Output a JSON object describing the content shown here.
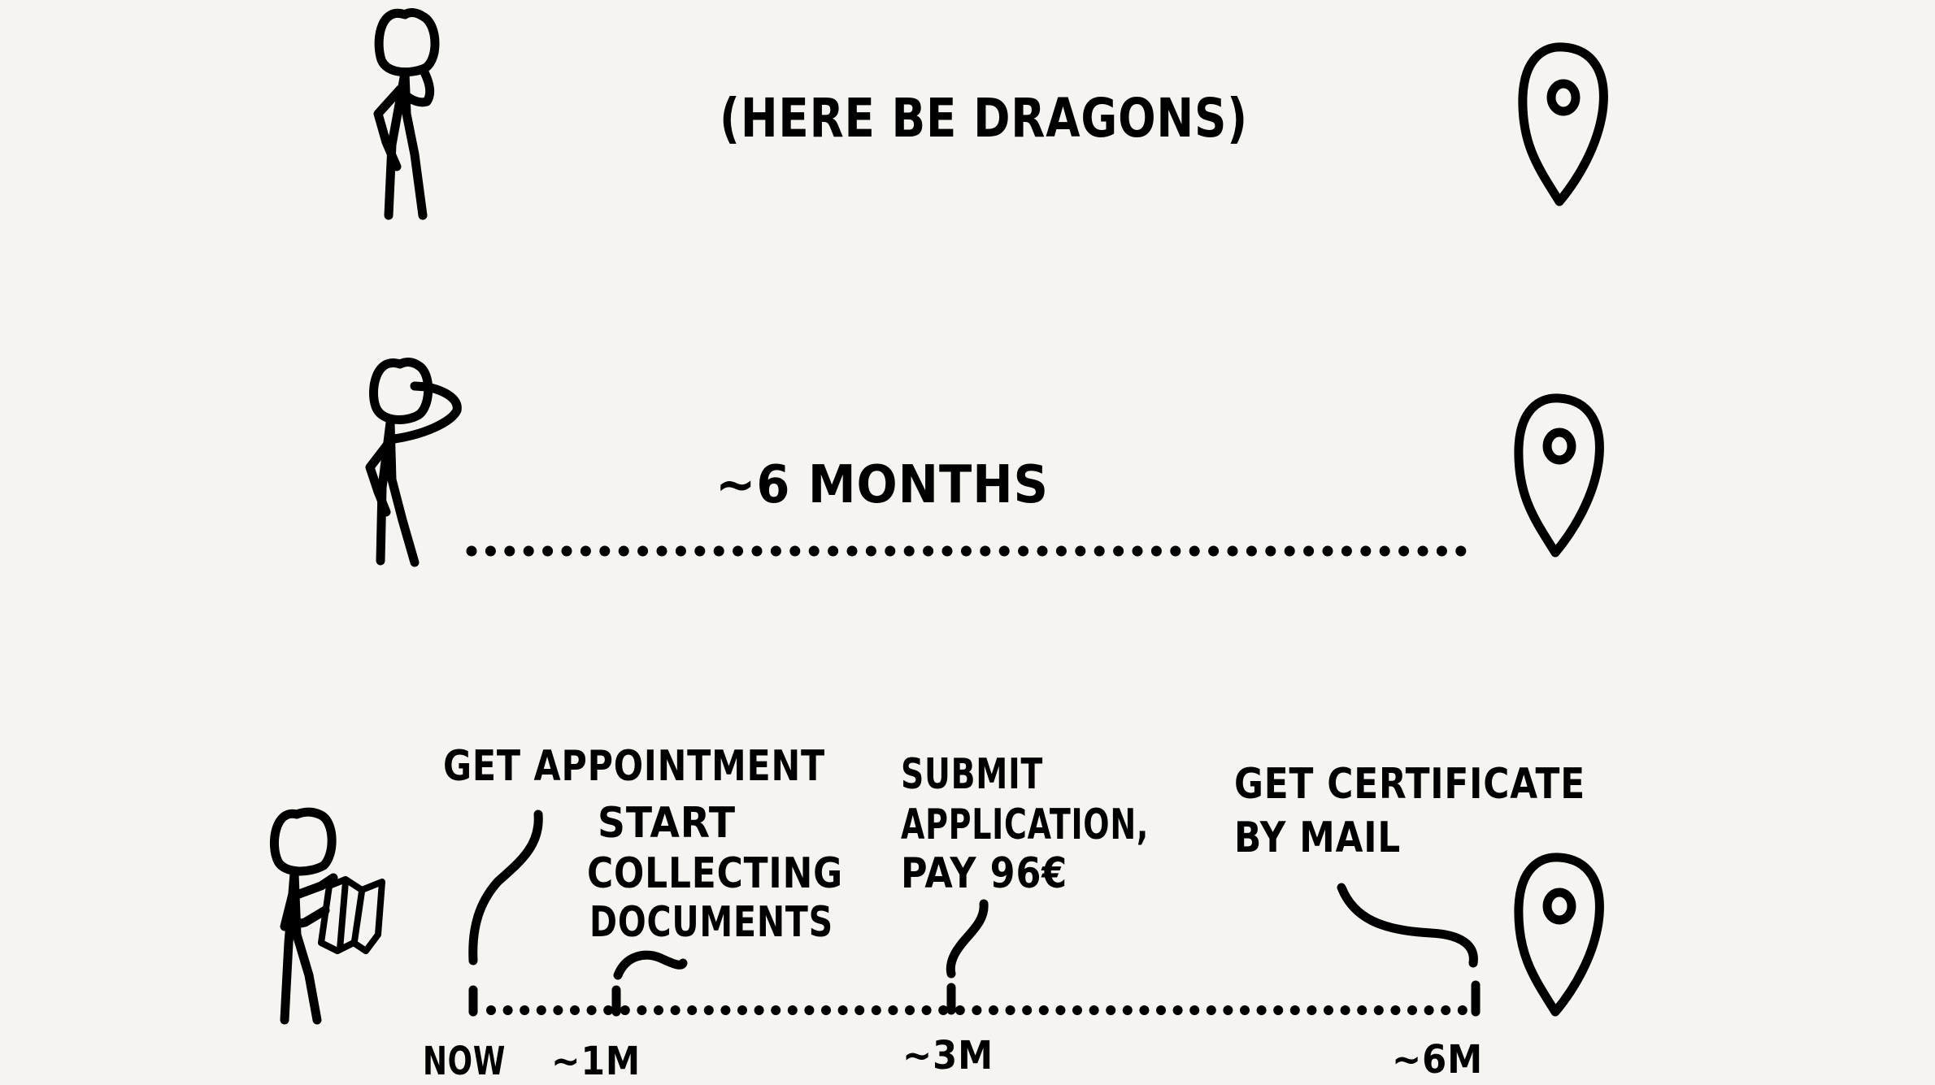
{
  "row1": {
    "caption": "(HERE BE DRAGONS)"
  },
  "row2": {
    "caption": "~6 MONTHS"
  },
  "row3": {
    "milestones": [
      {
        "label_lines": [
          "GET APPOINTMENT"
        ]
      },
      {
        "label_lines": [
          "START",
          "COLLECTING",
          "DOCUMENTS"
        ]
      },
      {
        "label_lines": [
          "SUBMIT",
          "APPLICATION,",
          "PAY 96€"
        ]
      },
      {
        "label_lines": [
          "GET CERTIFICATE",
          "BY MAIL"
        ]
      }
    ],
    "ticks": [
      "NOW",
      "~1M",
      "~3M",
      "~6M"
    ]
  },
  "icons": [
    "stick-figure-icon",
    "thinking-figure-icon",
    "figure-with-map-icon",
    "map-pin-icon"
  ]
}
